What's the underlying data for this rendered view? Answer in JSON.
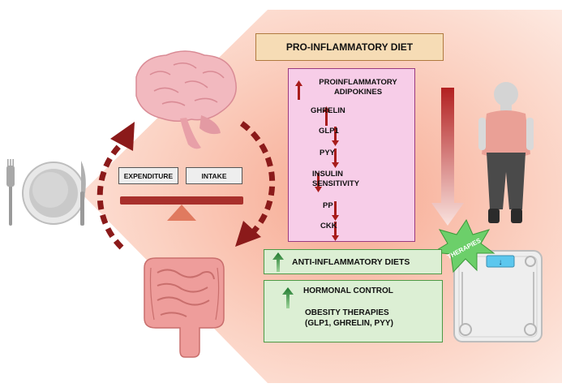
{
  "header": {
    "title": "PRO-INFLAMMATORY DIET"
  },
  "markers": {
    "items": [
      {
        "label": "PROINFLAMMATORY\nADIPOKINES",
        "direction": "up"
      },
      {
        "label": "GHRELIN",
        "direction": "up"
      },
      {
        "label": "GLP1",
        "direction": "down"
      },
      {
        "label": "PYY",
        "direction": "down"
      },
      {
        "label": "INSULIN\nSENSITIVITY",
        "direction": "down"
      },
      {
        "label": "PP",
        "direction": "down"
      },
      {
        "label": "CKK",
        "direction": "down"
      }
    ]
  },
  "balance": {
    "left_label": "EXPENDITURE",
    "right_label": "INTAKE"
  },
  "interventions": {
    "therapies_badge": "THERAPIES",
    "anti_inflammatory": "ANTI-INFLAMMATORY DIETS",
    "hormonal_control": "HORMONAL CONTROL",
    "obesity_therapies_line1": "OBESITY THERAPIES",
    "obesity_therapies_line2": "(GLP1, GHRELIN, PYY)"
  },
  "scale": {
    "display_symbol": "↓"
  },
  "colors": {
    "arrow_red": "#8b1a1a",
    "bar_red": "#a8302c",
    "fulcrum": "#e07a5f",
    "title_fill": "#f6dcb5",
    "pink_fill": "#f7cde8",
    "green_fill": "#dcefd4",
    "green_arrow": "#1f7a2e",
    "burst_green": "#6ccf6a",
    "background_glow": "#f7a890"
  }
}
